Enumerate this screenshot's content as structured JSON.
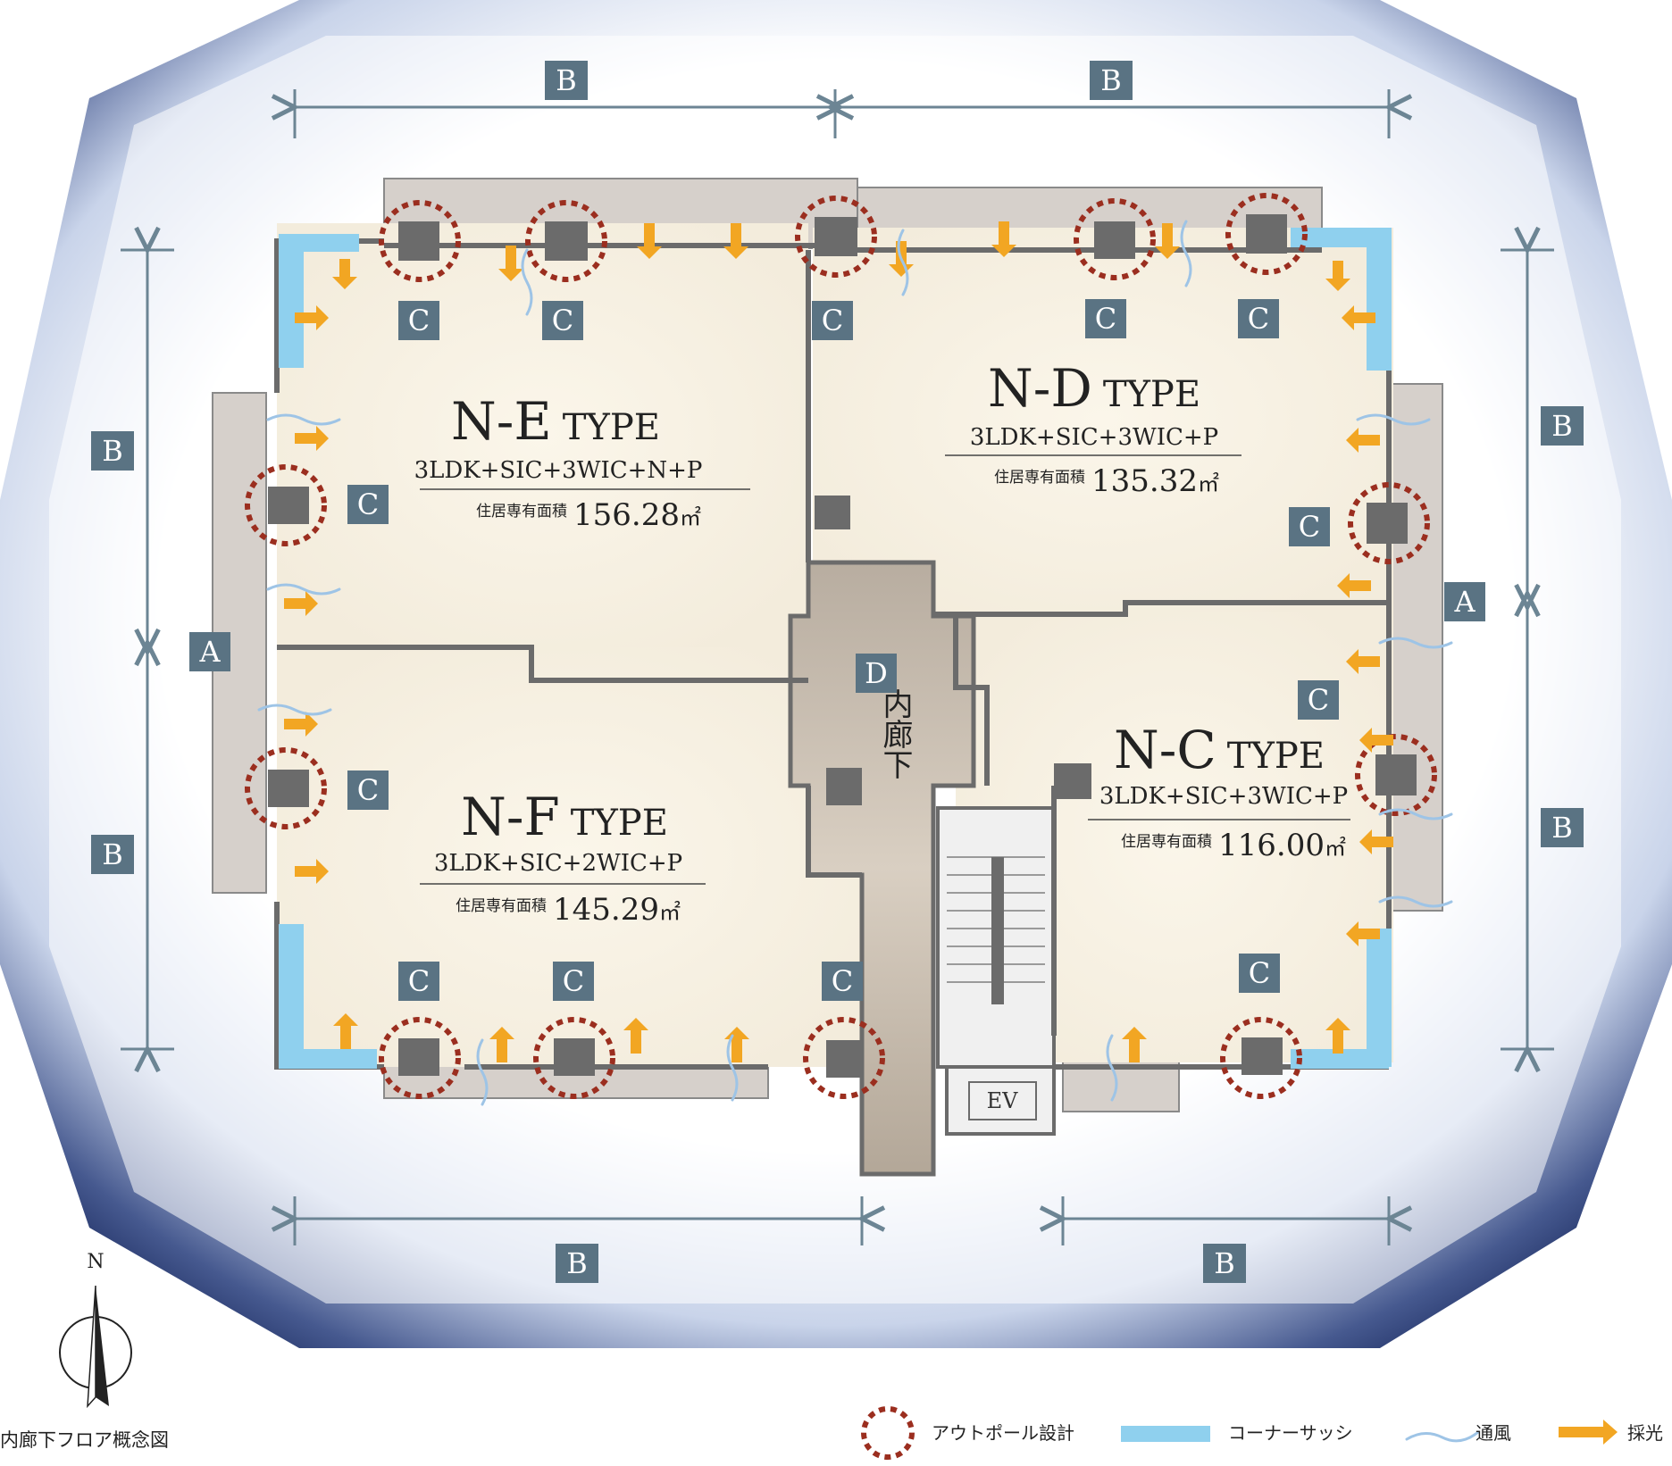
{
  "badges": {
    "A": "A",
    "B": "B",
    "C": "C",
    "D": "D",
    "EV": "EV"
  },
  "units": [
    {
      "id": "ne",
      "type": "N-E",
      "suffix": "TYPE",
      "layout": "3LDK+SIC+3WIC+N+P",
      "area_label": "住居専有面積",
      "area": "156.28",
      "unit": "㎡"
    },
    {
      "id": "nd",
      "type": "N-D",
      "suffix": "TYPE",
      "layout": "3LDK+SIC+3WIC+P",
      "area_label": "住居専有面積",
      "area": "135.32",
      "unit": "㎡"
    },
    {
      "id": "nf",
      "type": "N-F",
      "suffix": "TYPE",
      "layout": "3LDK+SIC+2WIC+P",
      "area_label": "住居専有面積",
      "area": "145.29",
      "unit": "㎡"
    },
    {
      "id": "nc",
      "type": "N-C",
      "suffix": "TYPE",
      "layout": "3LDK+SIC+3WIC+P",
      "area_label": "住居専有面積",
      "area": "116.00",
      "unit": "㎡"
    }
  ],
  "corridor": {
    "label": "内廊下"
  },
  "compass": {
    "north": "N"
  },
  "caption": "内廊下フロア概念図",
  "legend": [
    {
      "id": "outpole",
      "label": "アウトポール設計",
      "icon": "dotted-circle-icon",
      "color": "#9b2e1f"
    },
    {
      "id": "corner-sash",
      "label": "コーナーサッシ",
      "icon": "corner-sash-bar-icon",
      "color": "#8fd0ee"
    },
    {
      "id": "ventilation",
      "label": "通風",
      "icon": "wind-stroke-icon",
      "color": "#9ec4e6"
    },
    {
      "id": "daylight",
      "label": "採光",
      "icon": "orange-arrow-icon",
      "color": "#f2a623"
    }
  ]
}
